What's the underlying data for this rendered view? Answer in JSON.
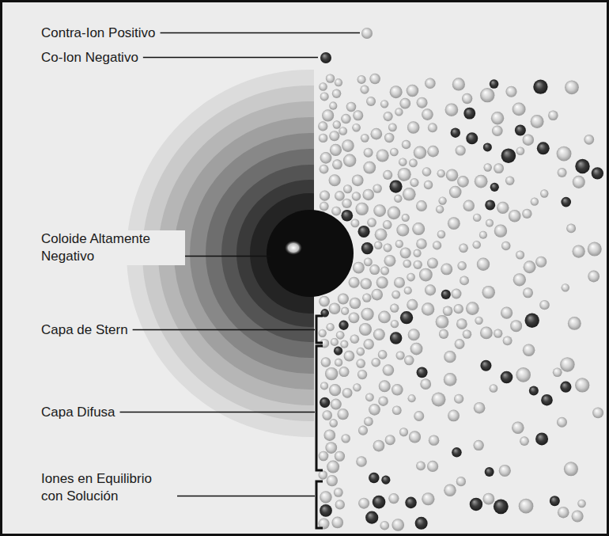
{
  "diagram": {
    "labels": [
      "Contra-Ion Positivo",
      "Co-Ion Negativo",
      "Coloide Altamente Negativo",
      "Capa de Stern",
      "Capa Difusa",
      "Iones en Equilibrio con Solución"
    ]
  }
}
